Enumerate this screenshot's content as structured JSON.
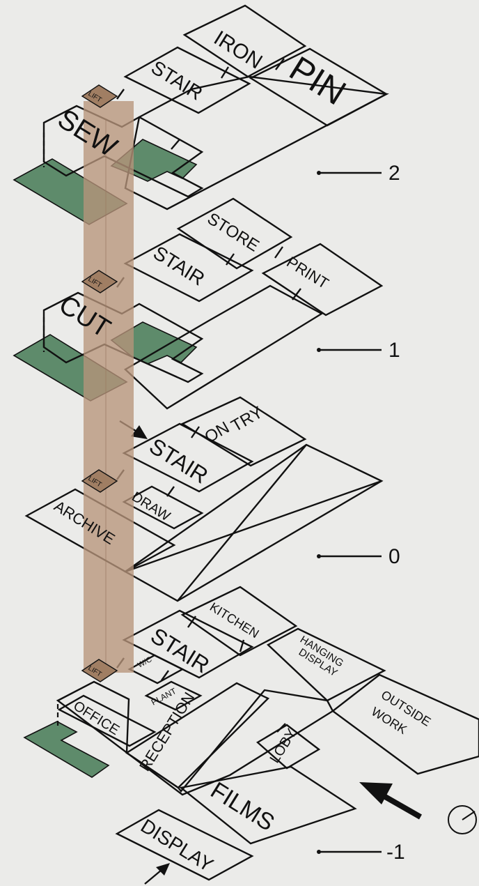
{
  "levels": {
    "level_2": "2",
    "level_1": "1",
    "level_0": "0",
    "level_minus1": "-1"
  },
  "rooms": {
    "iron": "IRON",
    "pin": "PIN",
    "stair_2": "STAIR",
    "lift_2": "LIFT",
    "sew": "SEW",
    "store": "STORE",
    "print": "PRINT",
    "stair_1": "STAIR",
    "lift_1": "LIFT",
    "cut": "CUT",
    "try_on_1": "TRY",
    "try_on_2": "ON",
    "stair_0": "STAIR",
    "lift_0": "LIFT",
    "draw": "DRAW",
    "archive": "ARCHIVE",
    "kitchen": "KITCHEN",
    "hanging_display_1": "HANGING",
    "hanging_display_2": "DISPLAY",
    "stair_m1": "STAIR",
    "lift_m1": "LIFT",
    "wc": "W/C",
    "plant": "PLANT",
    "office": "OFFICE",
    "reception": "RECEPTION",
    "loby": "LOBY",
    "outside_work_1": "OUTSIDE",
    "outside_work_2": "WORK",
    "films": "FILMS",
    "display": "DISPLAY"
  },
  "colors": {
    "background": "#ebebe9",
    "line": "#111111",
    "green_terrace": "#5e8b6b",
    "lift_box": "#a07e63",
    "lift_shaft": "#b7957b"
  },
  "icons": [
    "north-compass-icon",
    "entrance-arrow-icon"
  ]
}
